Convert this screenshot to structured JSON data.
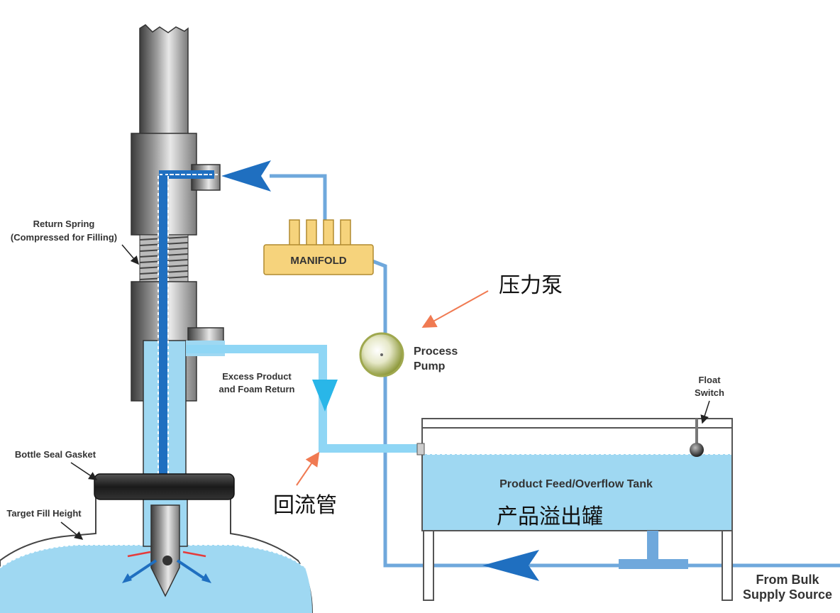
{
  "labels": {
    "return_spring_line1": "Return Spring",
    "return_spring_line2": "(Compressed for Filling)",
    "bottle_seal_gasket": "Bottle Seal Gasket",
    "target_fill_height": "Target Fill Height",
    "manifold": "MANIFOLD",
    "process_pump_line1": "Process",
    "process_pump_line2": "Pump",
    "excess_line1": "Excess Product",
    "excess_line2": "and Foam Return",
    "float_switch_line1": "Float",
    "float_switch_line2": "Switch",
    "tank_title": "Product Feed/Overflow Tank",
    "from_bulk_line1": "From Bulk",
    "from_bulk_line2": "Supply Source"
  },
  "annotations": {
    "pump_cn": "压力泵",
    "return_pipe_cn": "回流管",
    "tank_cn": "产品溢出罐"
  },
  "colors": {
    "product_blue": "#9fd8f2",
    "pipe_blue": "#6fa8dc",
    "dark_blue": "#1f6fc0",
    "return_cyan": "#8fd6f5",
    "manifold_yellow": "#f6d37c",
    "pump_olive": "#9fa84e",
    "annotation_arrow": "#f07a52"
  }
}
